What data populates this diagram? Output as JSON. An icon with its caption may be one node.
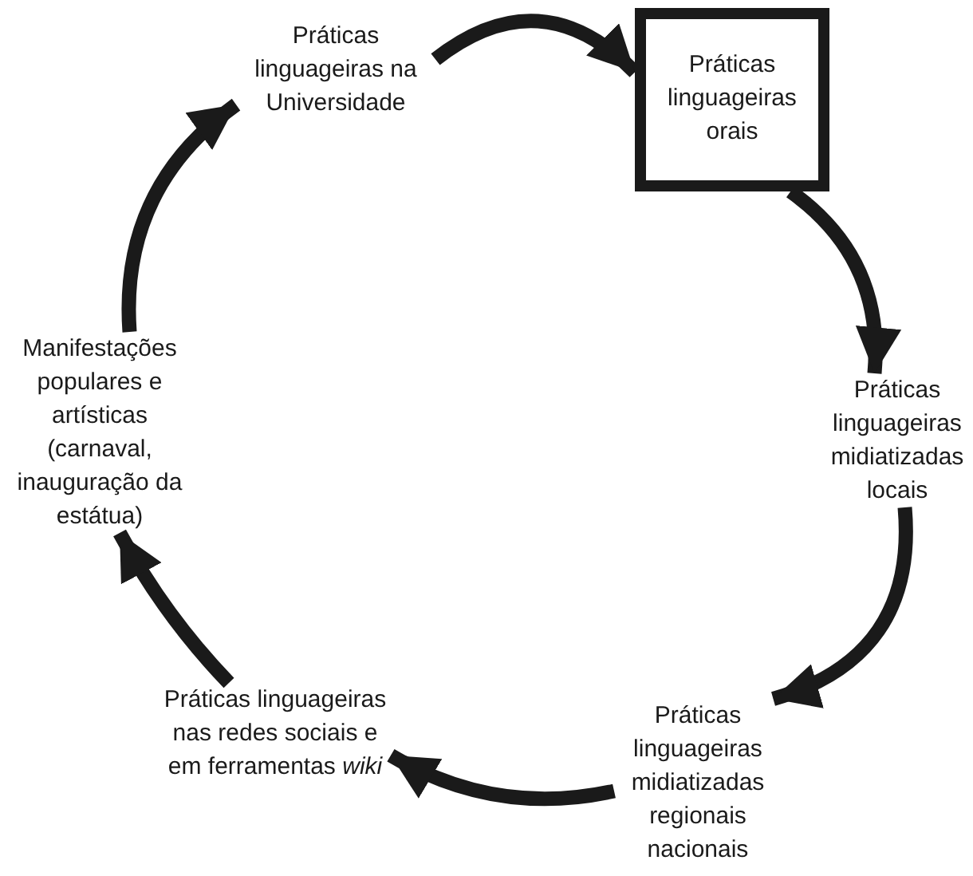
{
  "diagram": {
    "nodes": [
      {
        "text": [
          "Práticas linguageiras na Universidade"
        ]
      },
      {
        "text": [
          "Práticas linguageiras orais"
        ]
      },
      {
        "text": [
          "Práticas linguageiras midiatizadas locais"
        ]
      },
      {
        "text": [
          "Práticas linguageiras midiatizadas regionais nacionais"
        ]
      },
      {
        "text": [
          "Práticas linguageiras nas redes sociais e em ferramentas *wiki*"
        ]
      },
      {
        "text": [
          "Manifestações populares e artísticas (carnaval, inauguração da estátua)"
        ]
      }
    ],
    "edges": [
      {
        "from": 0,
        "to": 1,
        "arrow": "to"
      },
      {
        "from": 1,
        "to": 2,
        "arrow": "to"
      },
      {
        "from": 2,
        "to": 3,
        "arrow": "to"
      },
      {
        "from": 3,
        "to": 4,
        "arrow": "to"
      },
      {
        "from": 4,
        "to": 5,
        "arrow": "to"
      },
      {
        "from": 5,
        "to": 0,
        "arrow": "to"
      }
    ]
  }
}
